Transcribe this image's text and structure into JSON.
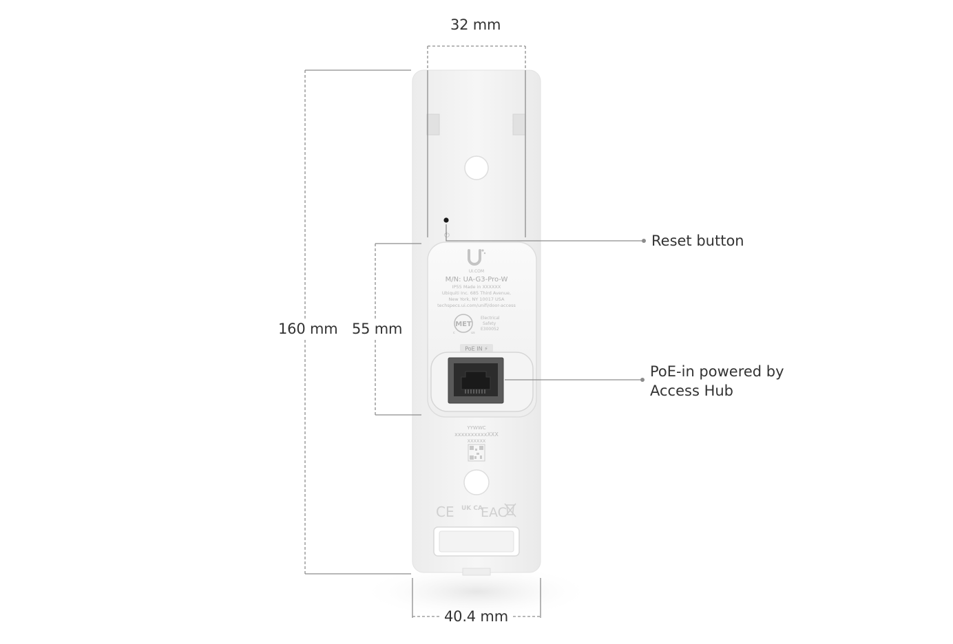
{
  "dimensions": {
    "mount_width": "32 mm",
    "total_height": "160 mm",
    "body_height": "55 mm",
    "base_width": "40.4 mm"
  },
  "callouts": {
    "reset": "Reset button",
    "poe_line1": "PoE-in powered by",
    "poe_line2": "Access Hub"
  },
  "label_plate": {
    "brand": "UI.COM",
    "model": "M/N: UA-G3-Pro-W",
    "rating_and_origin": "IP55    Made in XXXXXX",
    "address_line1": "Ubiquiti Inc. 685 Third Avenue,",
    "address_line2": "New York, NY 10017 USA",
    "support_url": "techspecs.ui.com/unifi/door-access",
    "met_mark": "MET",
    "met_c": "c",
    "met_us": "us",
    "safety_line1": "Electrical",
    "safety_line2": "Safety",
    "safety_code": "E300052",
    "port_label": "PoE IN ⚡"
  },
  "serial": {
    "date_code": "YYWWC",
    "mac": "xxxxxxxxxxXXX",
    "batch": "XXXXXX"
  },
  "compliance_marks": [
    "CE",
    "UK CA",
    "EAC",
    "WEEE"
  ],
  "colors": {
    "dimension_line": "#8c8c8c",
    "text": "#333333",
    "device": "#f2f2f2",
    "port": "#555555"
  }
}
